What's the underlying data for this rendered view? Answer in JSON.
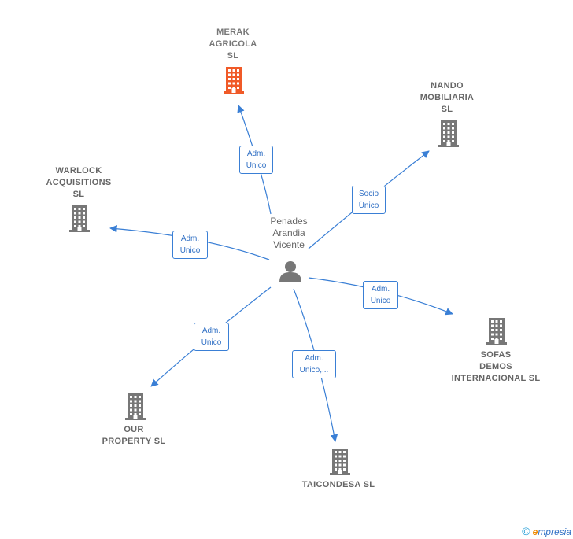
{
  "center": {
    "label": "Penades\nArandia\nVicente",
    "icon": "person-icon"
  },
  "companies": [
    {
      "id": "merak",
      "label": "MERAK\nAGRICOLA\nSL",
      "color": "#f05a28",
      "icon": "building-icon"
    },
    {
      "id": "nando",
      "label": "NANDO\nMOBILIARIA\nSL",
      "color": "#777777",
      "icon": "building-icon"
    },
    {
      "id": "warlock",
      "label": "WARLOCK\nACQUISITIONS\nSL",
      "color": "#777777",
      "icon": "building-icon"
    },
    {
      "id": "sofas",
      "label": "SOFAS\nDEMOS\nINTERNACIONAL SL",
      "color": "#777777",
      "icon": "building-icon"
    },
    {
      "id": "our",
      "label": "OUR\nPROPERTY  SL",
      "color": "#777777",
      "icon": "building-icon"
    },
    {
      "id": "taicondesa",
      "label": "TAICONDESA SL",
      "color": "#777777",
      "icon": "building-icon"
    }
  ],
  "edges": [
    {
      "to": "merak",
      "label": "Adm.\nUnico"
    },
    {
      "to": "nando",
      "label": "Socio\nÚnico"
    },
    {
      "to": "warlock",
      "label": "Adm.\nUnico"
    },
    {
      "to": "sofas",
      "label": "Adm.\nUnico"
    },
    {
      "to": "our",
      "label": "Adm.\nUnico"
    },
    {
      "to": "taicondesa",
      "label": "Adm.\nUnico,..."
    }
  ],
  "colors": {
    "edge": "#3a7fd5",
    "icon_gray": "#777777",
    "icon_highlight": "#f05a28"
  },
  "brand": {
    "copyright": "©",
    "initial": "e",
    "name": "mpresia"
  }
}
